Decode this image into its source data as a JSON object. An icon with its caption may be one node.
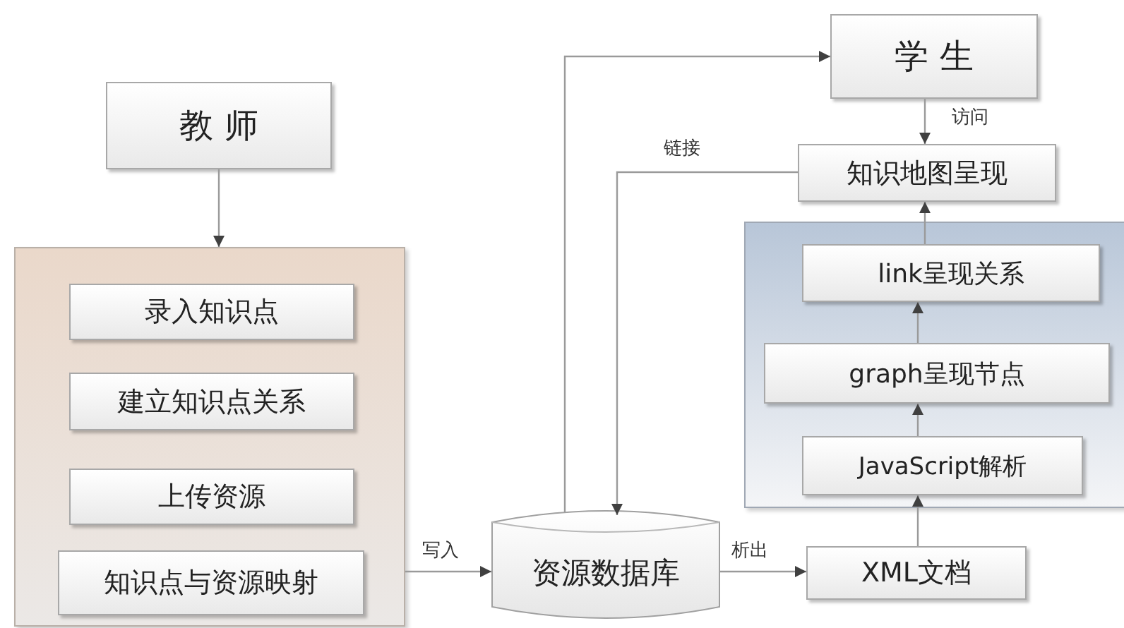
{
  "diagram": {
    "nodes": [
      {
        "text": [
          "教 师"
        ]
      },
      {
        "text": [],
        "shape": "box"
      },
      {
        "text": [
          "录入知识点"
        ],
        "in": 1
      },
      {
        "text": [
          "建立知识点关系"
        ],
        "in": 1
      },
      {
        "text": [
          "上传资源"
        ],
        "in": 1
      },
      {
        "text": [
          "知识点与资源映射"
        ],
        "in": 1
      },
      {
        "text": [
          "资源数据库"
        ]
      },
      {
        "text": [
          "学 生"
        ]
      },
      {
        "text": [
          "知识地图呈现"
        ]
      },
      {
        "text": [],
        "shape": "box"
      },
      {
        "text": [
          "link呈现关系"
        ],
        "in": 9
      },
      {
        "text": [
          "graph呈现节点"
        ],
        "in": 9
      },
      {
        "text": [
          "JavaScript解析"
        ],
        "in": 9
      },
      {
        "text": [
          "XML文档"
        ]
      }
    ],
    "edges": [
      {
        "from": 0,
        "to": 1,
        "arrow": "to"
      },
      {
        "from": 1,
        "to": 6,
        "arrow": "to",
        "label": "写入"
      },
      {
        "from": 6,
        "to": 13,
        "arrow": "to",
        "label": "析出"
      },
      {
        "from": 13,
        "to": 12,
        "arrow": "to"
      },
      {
        "from": 12,
        "to": 11,
        "arrow": "to"
      },
      {
        "from": 11,
        "to": 10,
        "arrow": "to"
      },
      {
        "from": 10,
        "to": 8,
        "arrow": "to"
      },
      {
        "from": 7,
        "to": 8,
        "arrow": "to",
        "label": "访问"
      },
      {
        "from": 6,
        "to": 7,
        "arrow": "to"
      },
      {
        "from": 8,
        "to": 6,
        "arrow": "to",
        "label": "链接"
      }
    ]
  }
}
